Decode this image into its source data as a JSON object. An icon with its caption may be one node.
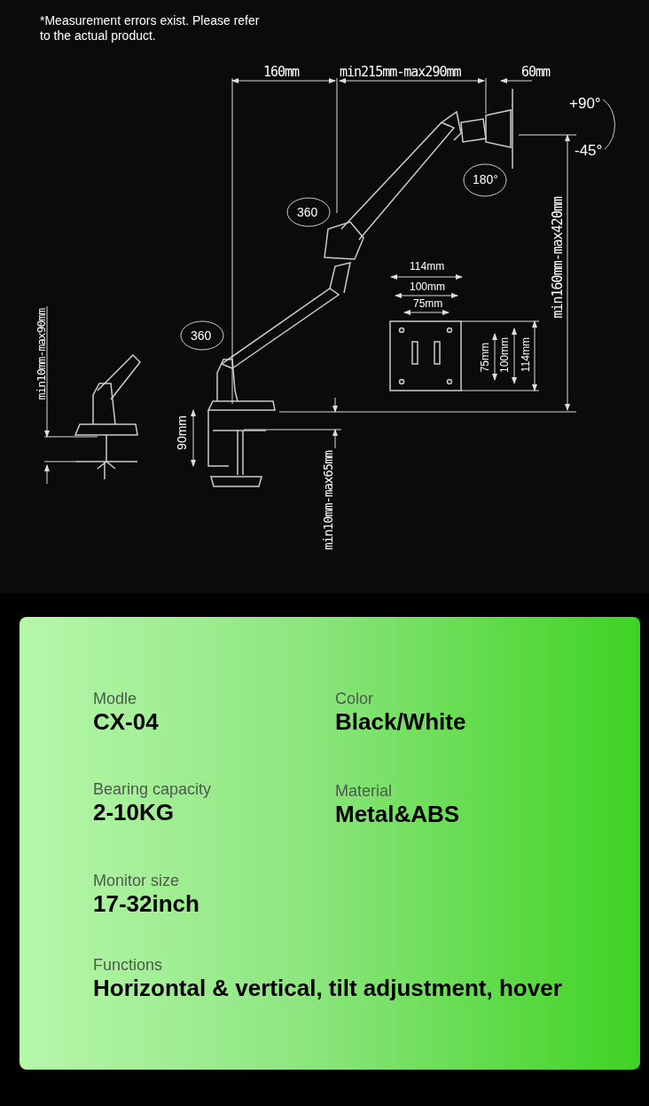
{
  "diagram": {
    "nodes": [
      {
        "text": [
          "Modle",
          "CX-04",
          "Color",
          "Black/White",
          "Bearing capacity",
          "2-10KG",
          "Material",
          "Metal&ABS",
          "Monitor size",
          "17-32inch",
          "Functions",
          "Horizontal & vertical, tilt adjustment, hover"
        ]
      }
    ],
    "edges": [],
    "labels": [
      "*Measurement errors exist. Please refer to the actual product.",
      "160mm",
      "min215mm-max290mm",
      "60mm",
      "+90°",
      "-45°",
      "180°",
      "360",
      "min160mm-max420mm",
      "114mm",
      "100mm",
      "75mm",
      "75mm",
      "100mm",
      "114mm",
      "360",
      "min10mm-max90mm",
      "90mm",
      "min10mm-max65mm"
    ]
  }
}
